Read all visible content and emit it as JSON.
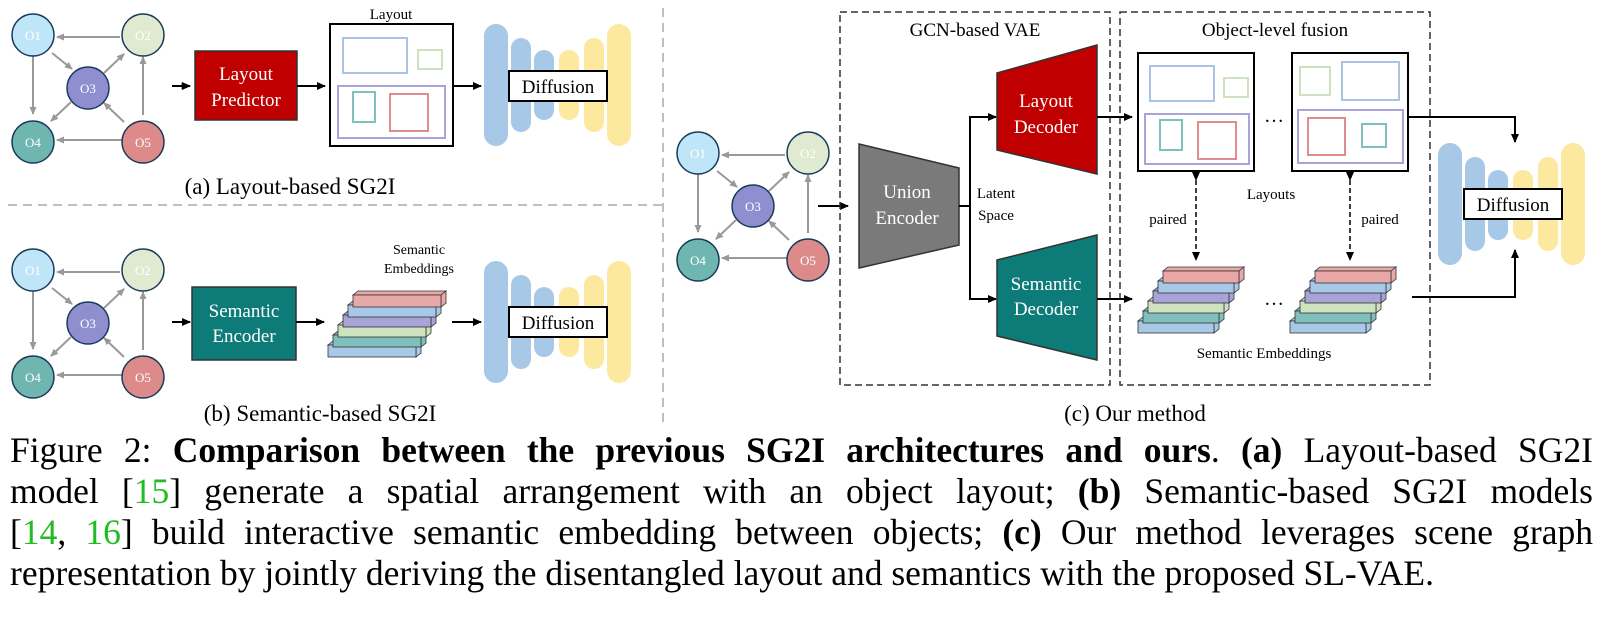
{
  "nodes": {
    "o1": "O1",
    "o2": "O2",
    "o3": "O3",
    "o4": "O4",
    "o5": "O5"
  },
  "panel_a": {
    "predictor_line1": "Layout",
    "predictor_line2": "Predictor",
    "layout_title": "Layout",
    "diffusion": "Diffusion",
    "caption": "(a) Layout-based SG2I"
  },
  "panel_b": {
    "encoder_line1": "Semantic",
    "encoder_line2": "Encoder",
    "embeddings_line1": "Semantic",
    "embeddings_line2": "Embeddings",
    "diffusion": "Diffusion",
    "caption": "(b) Semantic-based SG2I"
  },
  "panel_c": {
    "vae_title": "GCN-based VAE",
    "fusion_title": "Object-level fusion",
    "union_line1": "Union",
    "union_line2": "Encoder",
    "latent_line1": "Latent",
    "latent_line2": "Space",
    "layout_dec_line1": "Layout",
    "layout_dec_line2": "Decoder",
    "semantic_dec_line1": "Semantic",
    "semantic_dec_line2": "Decoder",
    "layouts_label": "Layouts",
    "paired": "paired",
    "ellipsis": "…",
    "embeddings_label": "Semantic Embeddings",
    "diffusion": "Diffusion",
    "caption": "(c) Our method"
  },
  "caption": {
    "prefix": "Figure 2: ",
    "title": "Comparison between the previous SG2I architectures and ours",
    "a_label": "(a)",
    "seg1": " Layout-based SG2I",
    "seg2": "model [",
    "ref15": "15",
    "seg3": "] generate a spatial arrangement with an object layout; ",
    "b_label": "(b)",
    "seg4": " Semantic-based SG2I models",
    "seg5": "[",
    "ref14": "14",
    "comma": ", ",
    "ref16": "16",
    "seg6": "] build interactive semantic embedding between objects; ",
    "c_label": "(c)",
    "seg7": " Our method leverages scene graph",
    "seg8": "representation by jointly deriving the disentangled layout and semantics with the proposed SL-VAE."
  },
  "colors": {
    "node_o1": "#bfe6f8",
    "node_o2": "#dfead0",
    "node_o3": "#8f8fcf",
    "node_o4": "#6fb6b0",
    "node_o5": "#dd8a8a",
    "layout_predictor": "#c00000",
    "semantic_encoder": "#0d7b78",
    "union_encoder": "#7a7a7a",
    "diffusion_blue": "#a8c8e8",
    "diffusion_yellow": "#fde8a0",
    "citation": "#22bb22"
  }
}
